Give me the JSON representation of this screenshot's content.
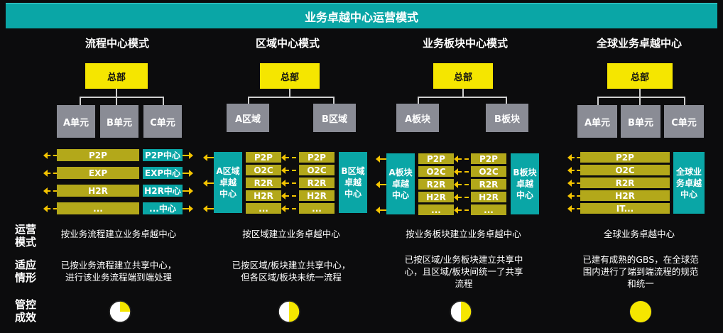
{
  "title": "业务卓越中心运营模式",
  "row_labels": {
    "ops_line1": "运营",
    "ops_line2": "模式",
    "fit_line1": "适应",
    "fit_line2": "情形",
    "ctrl_line1": "管控",
    "ctrl_line2": "成效"
  },
  "hq_label": "总部",
  "colors": {
    "accent": "#0aa6a6",
    "hq": "#f5e600",
    "unit": "#8a8c95",
    "process": "#b3a81a",
    "arrow": "#f5c400"
  },
  "panel1": {
    "title": "流程中心模式",
    "units": [
      "A单元",
      "B单元",
      "C单元"
    ],
    "processes": [
      "P2P",
      "EXP",
      "H2R",
      "..."
    ],
    "centers": [
      "P2P中心",
      "EXP中心",
      "H2R中心",
      "...中心"
    ],
    "ops": "按业务流程建立业务卓越中心",
    "fit": [
      "已按业务流程建立共享中心，",
      "进行该业务流程端到端处理"
    ],
    "control_fraction": 0.25
  },
  "panel2": {
    "title": "区域中心模式",
    "units": [
      "A区域",
      "B区域"
    ],
    "center_a": [
      "A区域",
      "卓越",
      "中心"
    ],
    "center_b": [
      "B区域",
      "卓越",
      "中心"
    ],
    "processes": [
      "P2P",
      "O2C",
      "R2R",
      "H2R",
      "..."
    ],
    "ops": "按区域建立业务卓越中心",
    "fit": [
      "已按区域/板块建立共享中心，",
      "但各区域/板块未统一流程"
    ],
    "control_fraction": 0.5
  },
  "panel3": {
    "title": "业务板块中心模式",
    "units": [
      "A板块",
      "B板块"
    ],
    "center_a": [
      "A板块",
      "卓越",
      "中心"
    ],
    "center_b": [
      "B板块",
      "卓越",
      "中心"
    ],
    "processes": [
      "P2P",
      "O2C",
      "R2R",
      "H2R",
      "..."
    ],
    "ops": "按业务板块建立业务卓越中心",
    "fit": [
      "已按区域/业务板块建立共享中",
      "心，且区域/板块间统一了共享",
      "流程"
    ],
    "control_fraction": 0.5
  },
  "panel4": {
    "title": "全球业务卓越中心",
    "units": [
      "A单元",
      "B单元",
      "C单元"
    ],
    "processes": [
      "P2P",
      "O2C",
      "R2R",
      "H2R",
      "IT..."
    ],
    "center": [
      "全球业",
      "务卓越",
      "中心"
    ],
    "ops": "全球业务卓越中心",
    "fit": [
      "已建有成熟的GBS，在全球范",
      "围内进行了端到端流程的规范",
      "和统一"
    ],
    "control_fraction": 1.0
  }
}
